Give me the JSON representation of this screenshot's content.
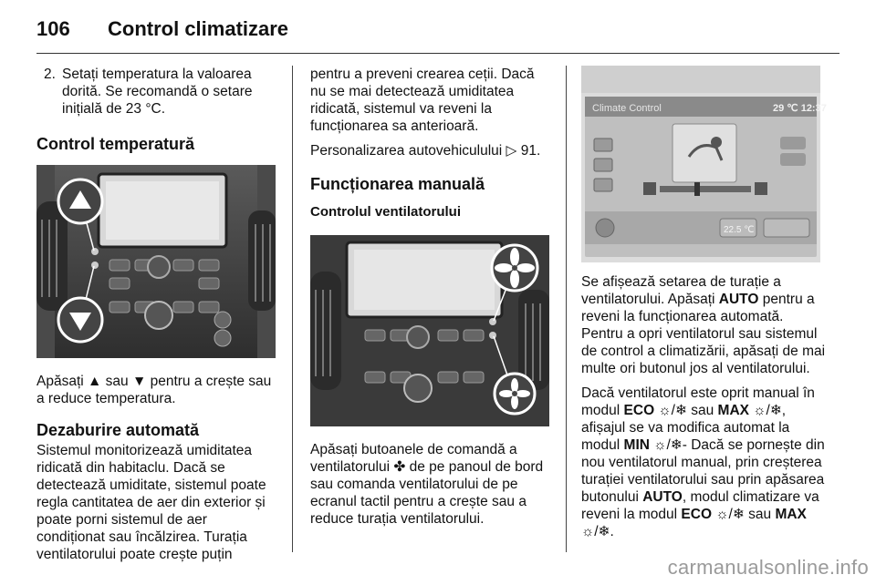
{
  "header": {
    "page_number": "106",
    "chapter": "Control climatizare"
  },
  "col1": {
    "step_number": "2.",
    "step_text": "Setați temperatura la valoarea dorită. Se recomandă o setare inițială de 23 °C.",
    "heading_temp": "Control temperatură",
    "temp_caption": "Apăsați ▲ sau ▼ pentru a crește sau a reduce temperatura.",
    "heading_defog": "Dezaburire automată",
    "defog_text": "Sistemul monitorizează umiditatea ridicată din habitaclu. Dacă se detectează umiditate, sistemul poate regla cantitatea de aer din exterior și poate porni sistemul de aer condiționat sau încălzirea. Turația ventilatorului poate crește puțin"
  },
  "col2": {
    "cont_text": "pentru a preveni crearea ceții. Dacă nu se mai detectează umiditatea ridicată, sistemul va reveni la funcționarea sa anterioară.",
    "personalize_text": "Personalizarea autovehiculului ▷ 91.",
    "heading_manual": "Funcționarea manuală",
    "subheading_fan": "Controlul ventilatorului",
    "fan_caption": "Apăsați butoanele de comandă a ventilatorului ✤ de pe panoul de bord sau comanda ventilatorului de pe ecranul tactil pentru a crește sau a reduce turația ventilatorului."
  },
  "col3": {
    "screen": {
      "title": "Climate Control",
      "temp_time": "29 ℃  12:37",
      "set_temp": "22.5 ℃"
    },
    "p1_a": "Se afișează setarea de turație a ventilatorului. Apăsați ",
    "p1_auto": "AUTO",
    "p1_b": " pentru a reveni la funcționarea automată. Pentru a opri ventilatorul sau sistemul de control a climatizării, apăsați de mai multe ori butonul jos al ventilatorului.",
    "p2_a": "Dacă ventilatorul este oprit manual în modul ",
    "p2_eco": "ECO",
    "p2_b": " ☼/❄ sau ",
    "p2_max": "MAX",
    "p2_c": " ☼/❄, afișajul se va modifica automat la modul ",
    "p2_min": "MIN",
    "p2_d": " ☼/❄- Dacă se pornește din nou ventilatorul manual, prin creșterea turației ventilatorului sau prin apăsarea butonului ",
    "p2_auto": "AUTO",
    "p2_e": ", modul climatizare va reveni la modul ",
    "p2_eco2": "ECO",
    "p2_f": " ☼/❄ sau ",
    "p2_max2": "MAX",
    "p2_g": " ☼/❄."
  },
  "watermark": "carmanualsonline.info"
}
